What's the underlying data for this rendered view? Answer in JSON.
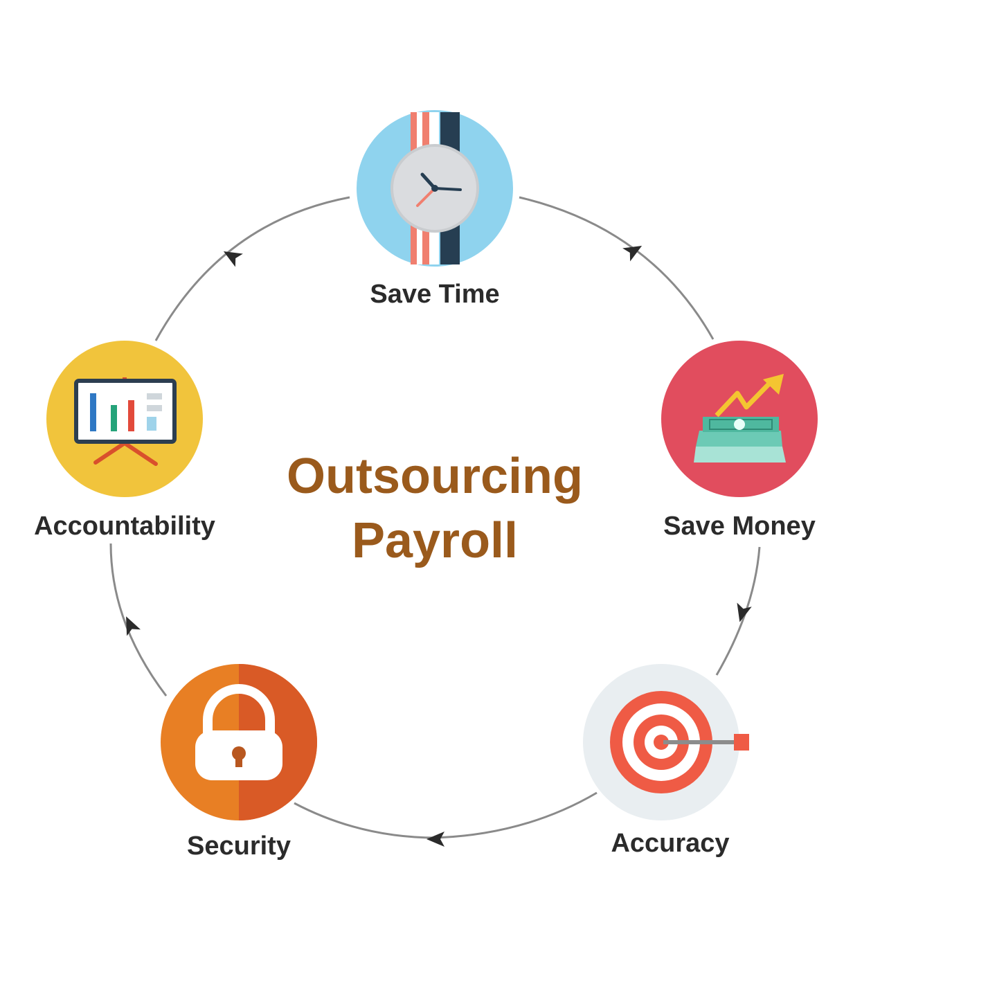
{
  "diagram": {
    "center_title": [
      "Outsourcing",
      "Payroll"
    ],
    "colors": {
      "title": "#9a5a1c",
      "connector": "#8a8a8a",
      "arrow": "#2b2b2b",
      "label": "#2b2b2b"
    },
    "nodes": [
      {
        "label": "Save Time",
        "icon": "watch-icon",
        "circle_color": "#8fd3ee"
      },
      {
        "label": "Save Money",
        "icon": "money-growth-icon",
        "circle_color": "#e14d5e"
      },
      {
        "label": "Accuracy",
        "icon": "target-icon",
        "circle_color": "#e9eef1"
      },
      {
        "label": "Security",
        "icon": "lock-icon",
        "circle_color": "#e87f24"
      },
      {
        "label": "Accountability",
        "icon": "presentation-board-icon",
        "circle_color": "#f1c43c"
      }
    ]
  }
}
